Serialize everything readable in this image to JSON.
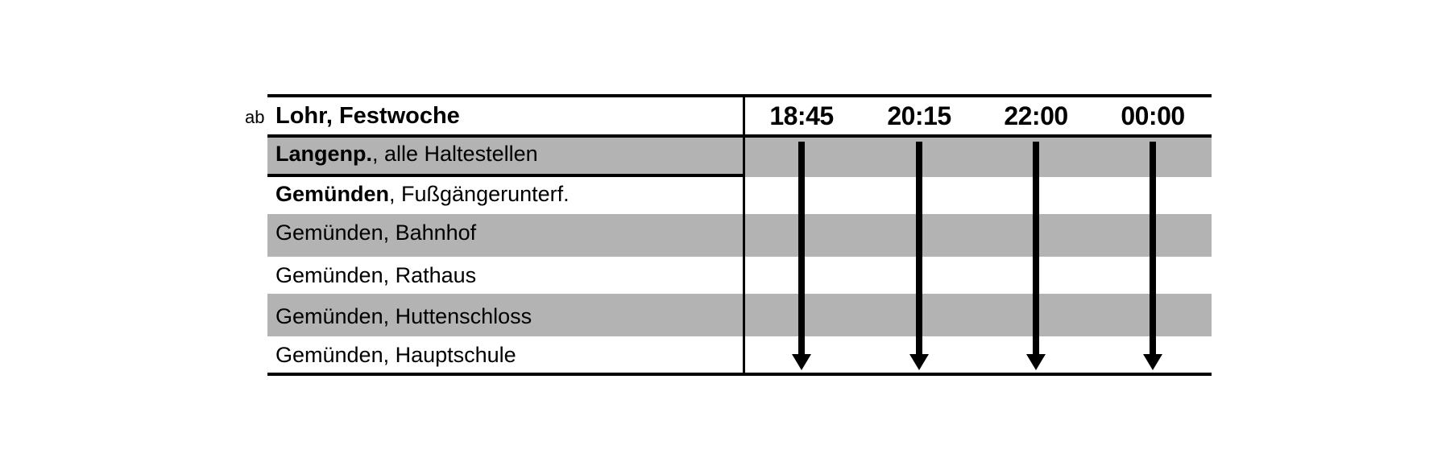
{
  "origin": {
    "prefix": "ab",
    "name_bold": "Lohr, Festwoche"
  },
  "times": [
    "18:45",
    "20:15",
    "22:00",
    "00:00"
  ],
  "stops": [
    {
      "bold": "Langenp.",
      "rest": ", alle Haltestellen",
      "shaded": true
    },
    {
      "bold": "Gemünden",
      "rest": ", Fußgängerunterf.",
      "shaded": false
    },
    {
      "bold": "",
      "rest": "Gemünden, Bahnhof",
      "shaded": true
    },
    {
      "bold": "",
      "rest": "Gemünden, Rathaus",
      "shaded": false
    },
    {
      "bold": "",
      "rest": "Gemünden, Huttenschloss",
      "shaded": true
    },
    {
      "bold": "",
      "rest": "Gemünden, Hauptschule",
      "shaded": false
    }
  ],
  "colors": {
    "shade": "#b3b3b3",
    "lines": "#000000"
  },
  "icons": {
    "run_through": "down-arrow-icon"
  }
}
